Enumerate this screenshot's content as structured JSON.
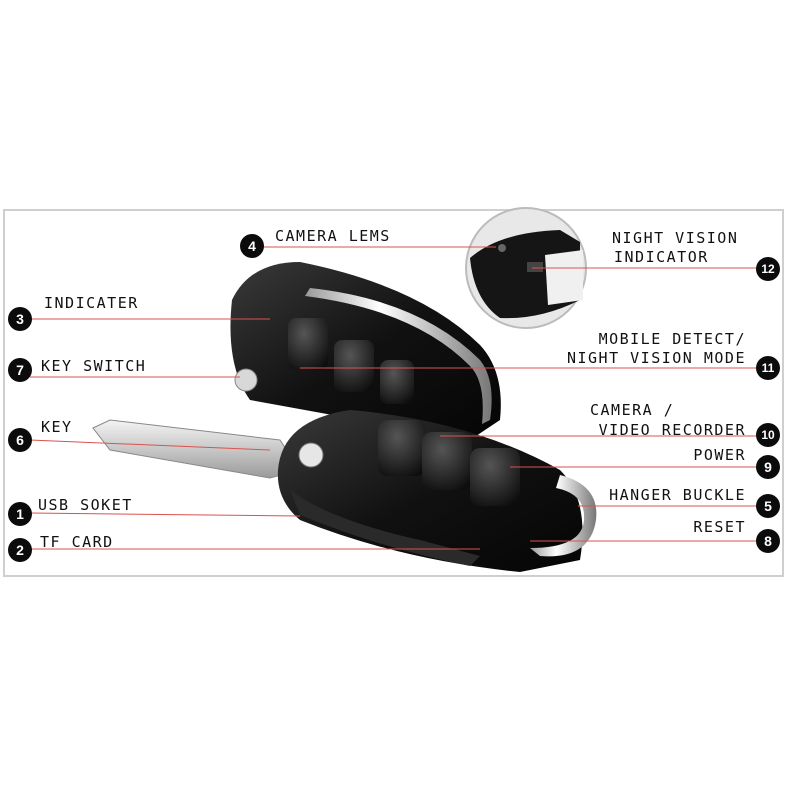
{
  "callouts": [
    {
      "id": "c1",
      "number": "1",
      "label": "USB SOKET"
    },
    {
      "id": "c2",
      "number": "2",
      "label": "TF CARD"
    },
    {
      "id": "c3",
      "number": "3",
      "label": "INDICATER"
    },
    {
      "id": "c4",
      "number": "4",
      "label": "CAMERA LEMS"
    },
    {
      "id": "c5",
      "number": "5",
      "label": "HANGER BUCKLE"
    },
    {
      "id": "c6",
      "number": "6",
      "label": "KEY"
    },
    {
      "id": "c7",
      "number": "7",
      "label": "KEY SWITCH"
    },
    {
      "id": "c8",
      "number": "8",
      "label": "RESET"
    },
    {
      "id": "c9",
      "number": "9",
      "label": "POWER"
    },
    {
      "id": "c10",
      "number": "10",
      "label_line1": "CAMERA /",
      "label_line2": "VIDEO RECORDER"
    },
    {
      "id": "c11",
      "number": "11",
      "label_line1": "MOBILE DETECT/",
      "label_line2": "NIGHT VISION MODE"
    },
    {
      "id": "c12",
      "number": "12",
      "label_line1": "NIGHT VISION",
      "label_line2": "INDICATOR"
    }
  ],
  "colors": {
    "leader_line": "#d9534f",
    "badge": "#0b0b0b",
    "device_body": "#1a1a1a",
    "frame": "#cfcfcf"
  }
}
